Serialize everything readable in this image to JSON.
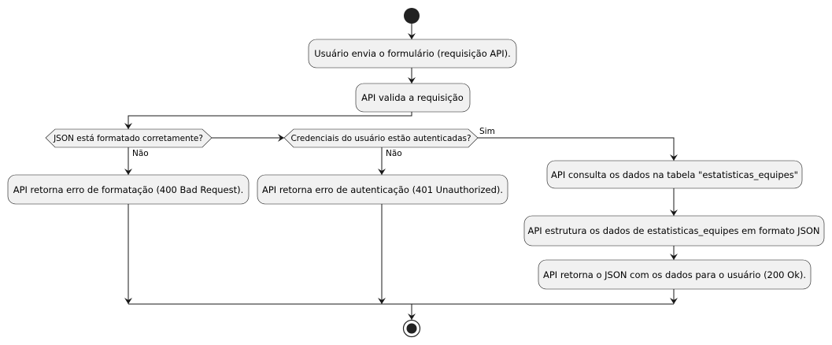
{
  "activities": {
    "user_sends_form": "Usuário envia o formulário (requisição API).",
    "api_validates": "API valida a requisição",
    "format_error": "API retorna erro de formatação (400 Bad Request).",
    "auth_error": "API retorna erro de autenticação (401 Unauthorized).",
    "query_data": "API consulta os dados na tabela \"estatisticas_equipes\"",
    "structure_json": "API estrutura os dados de estatisticas_equipes em formato JSON",
    "return_json": "API retorna o JSON com os dados para o usuário (200 Ok)."
  },
  "decisions": {
    "json_format": "JSON está formatado corretamente?",
    "credentials": "Credenciais do usuário estão autenticadas?"
  },
  "branch_labels": {
    "no_format": "Não",
    "no_auth": "Não",
    "yes_auth": "Sim"
  },
  "colors": {
    "node_fill": "#f1f1f1",
    "stroke": "#181818",
    "start_end": "#222222"
  }
}
